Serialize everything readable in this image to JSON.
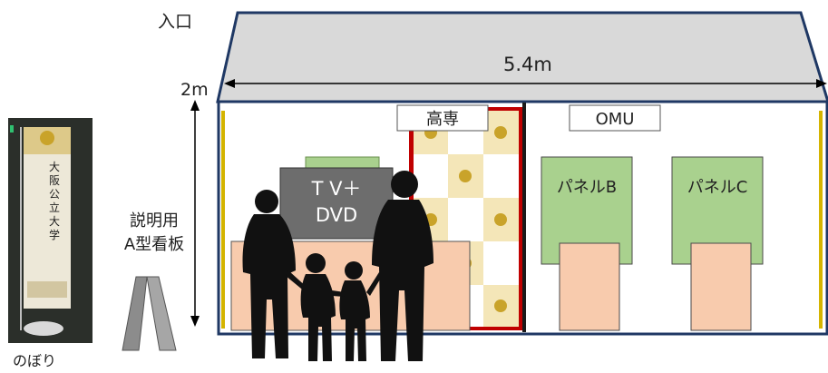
{
  "labels": {
    "entrance": "入口",
    "width": "5.4m",
    "height": "2m",
    "nobori": "のぼり",
    "sign_line1": "説明用",
    "sign_line2": "A型看板",
    "kosen": "高専",
    "omu": "OMU",
    "tv_line1": "T V＋",
    "tv_line2": "DVD",
    "panel_b": "パネルB",
    "panel_c": "パネルC"
  },
  "banner_text": [
    "大",
    "阪",
    "公",
    "立",
    "大",
    "学"
  ],
  "colors": {
    "roof": "#d9d9d9",
    "outline": "#1f3864",
    "panel_green": "#a9d18e",
    "desk_peach": "#f8cbad",
    "tv_gray": "#6d6d6d",
    "backdrop_red": "#c00000",
    "backdrop_check": "#f4e6b8",
    "accent_yellow": "#d4b400"
  },
  "icons": {
    "arrow": "double-arrow",
    "people": "family-silhouette",
    "sign": "a-frame-sign"
  }
}
